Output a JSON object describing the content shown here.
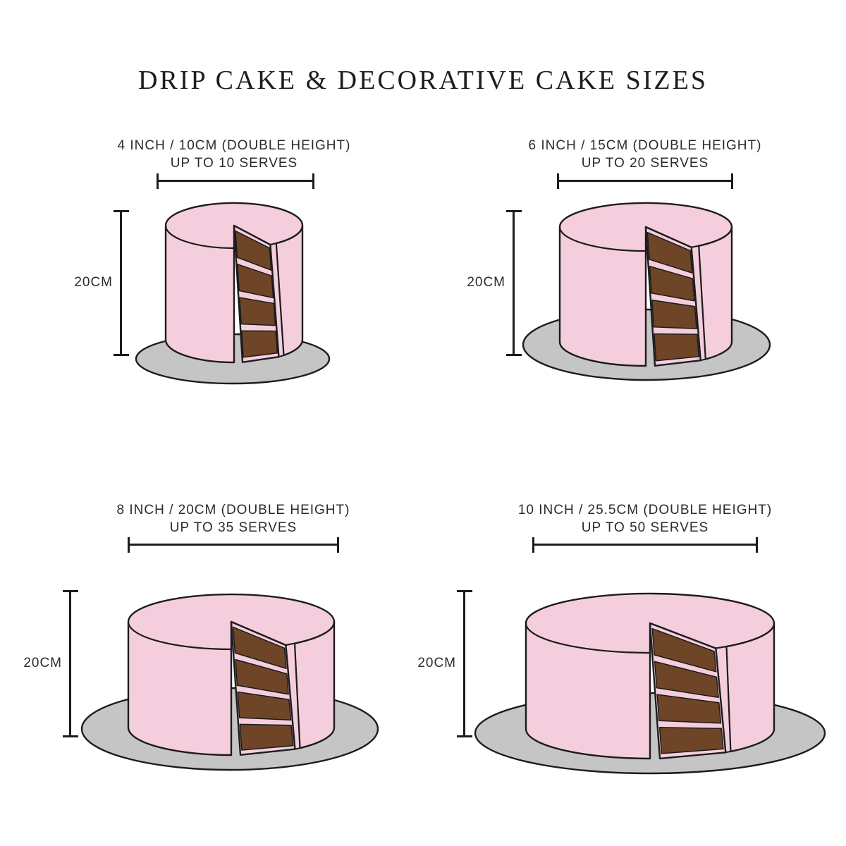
{
  "title": "DRIP CAKE & DECORATIVE CAKE SIZES",
  "cakes": [
    {
      "id": "4-inch",
      "size_label": "4 INCH / 10CM (DOUBLE HEIGHT)",
      "serves_label": "UP TO 10 SERVES",
      "height_label": "20CM"
    },
    {
      "id": "6-inch",
      "size_label": "6 INCH / 15CM (DOUBLE HEIGHT)",
      "serves_label": "UP TO 20 SERVES",
      "height_label": "20CM"
    },
    {
      "id": "8-inch",
      "size_label": "8 INCH / 20CM (DOUBLE HEIGHT)",
      "serves_label": "UP TO 35 SERVES",
      "height_label": "20CM"
    },
    {
      "id": "10-inch",
      "size_label": "10 INCH / 25.5CM (DOUBLE HEIGHT)",
      "serves_label": "UP TO 50 SERVES",
      "height_label": "20CM"
    }
  ],
  "illustration": {
    "layers_per_slice": 4
  },
  "colors": {
    "frosting_pink": "#F5CEDE",
    "sponge_brown": "#6E4527",
    "plate_gray": "#C6C5C5",
    "outline": "#1C1C1C",
    "text": "#2B2B2B",
    "title_text": "#1D1D1D"
  }
}
